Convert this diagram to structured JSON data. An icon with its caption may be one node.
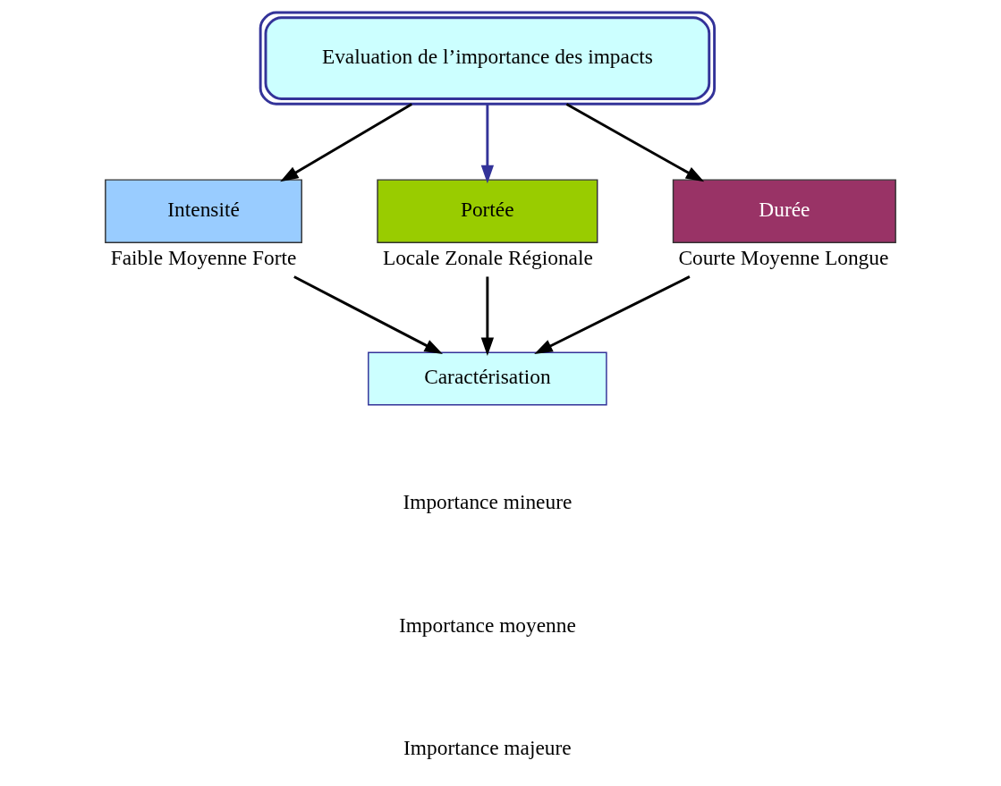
{
  "diagram": {
    "nodes": [
      {
        "text": [
          "Evaluation de l’importance des impacts"
        ]
      },
      {
        "text": [
          "Intensité"
        ],
        "beside": [
          "Faible Moyenne Forte"
        ]
      },
      {
        "text": [
          "Portée"
        ],
        "beside": [
          "Locale Zonale Régionale"
        ]
      },
      {
        "text": [
          "Durée"
        ],
        "beside": [
          "Courte Moyenne Longue"
        ]
      },
      {
        "text": [
          "Caractérisation"
        ]
      }
    ],
    "edges": [
      {
        "from": 0,
        "to": 1,
        "arrow": "to"
      },
      {
        "from": 0,
        "to": 2,
        "arrow": "to",
        "color": "#333399"
      },
      {
        "from": 0,
        "to": 3,
        "arrow": "to"
      },
      {
        "from": 1,
        "to": 4,
        "arrow": "to"
      },
      {
        "from": 2,
        "to": 4,
        "arrow": "to"
      },
      {
        "from": 3,
        "to": 4,
        "arrow": "to"
      }
    ],
    "labels": [
      "Importance mineure",
      "Importance moyenne",
      "Importance majeure"
    ]
  }
}
